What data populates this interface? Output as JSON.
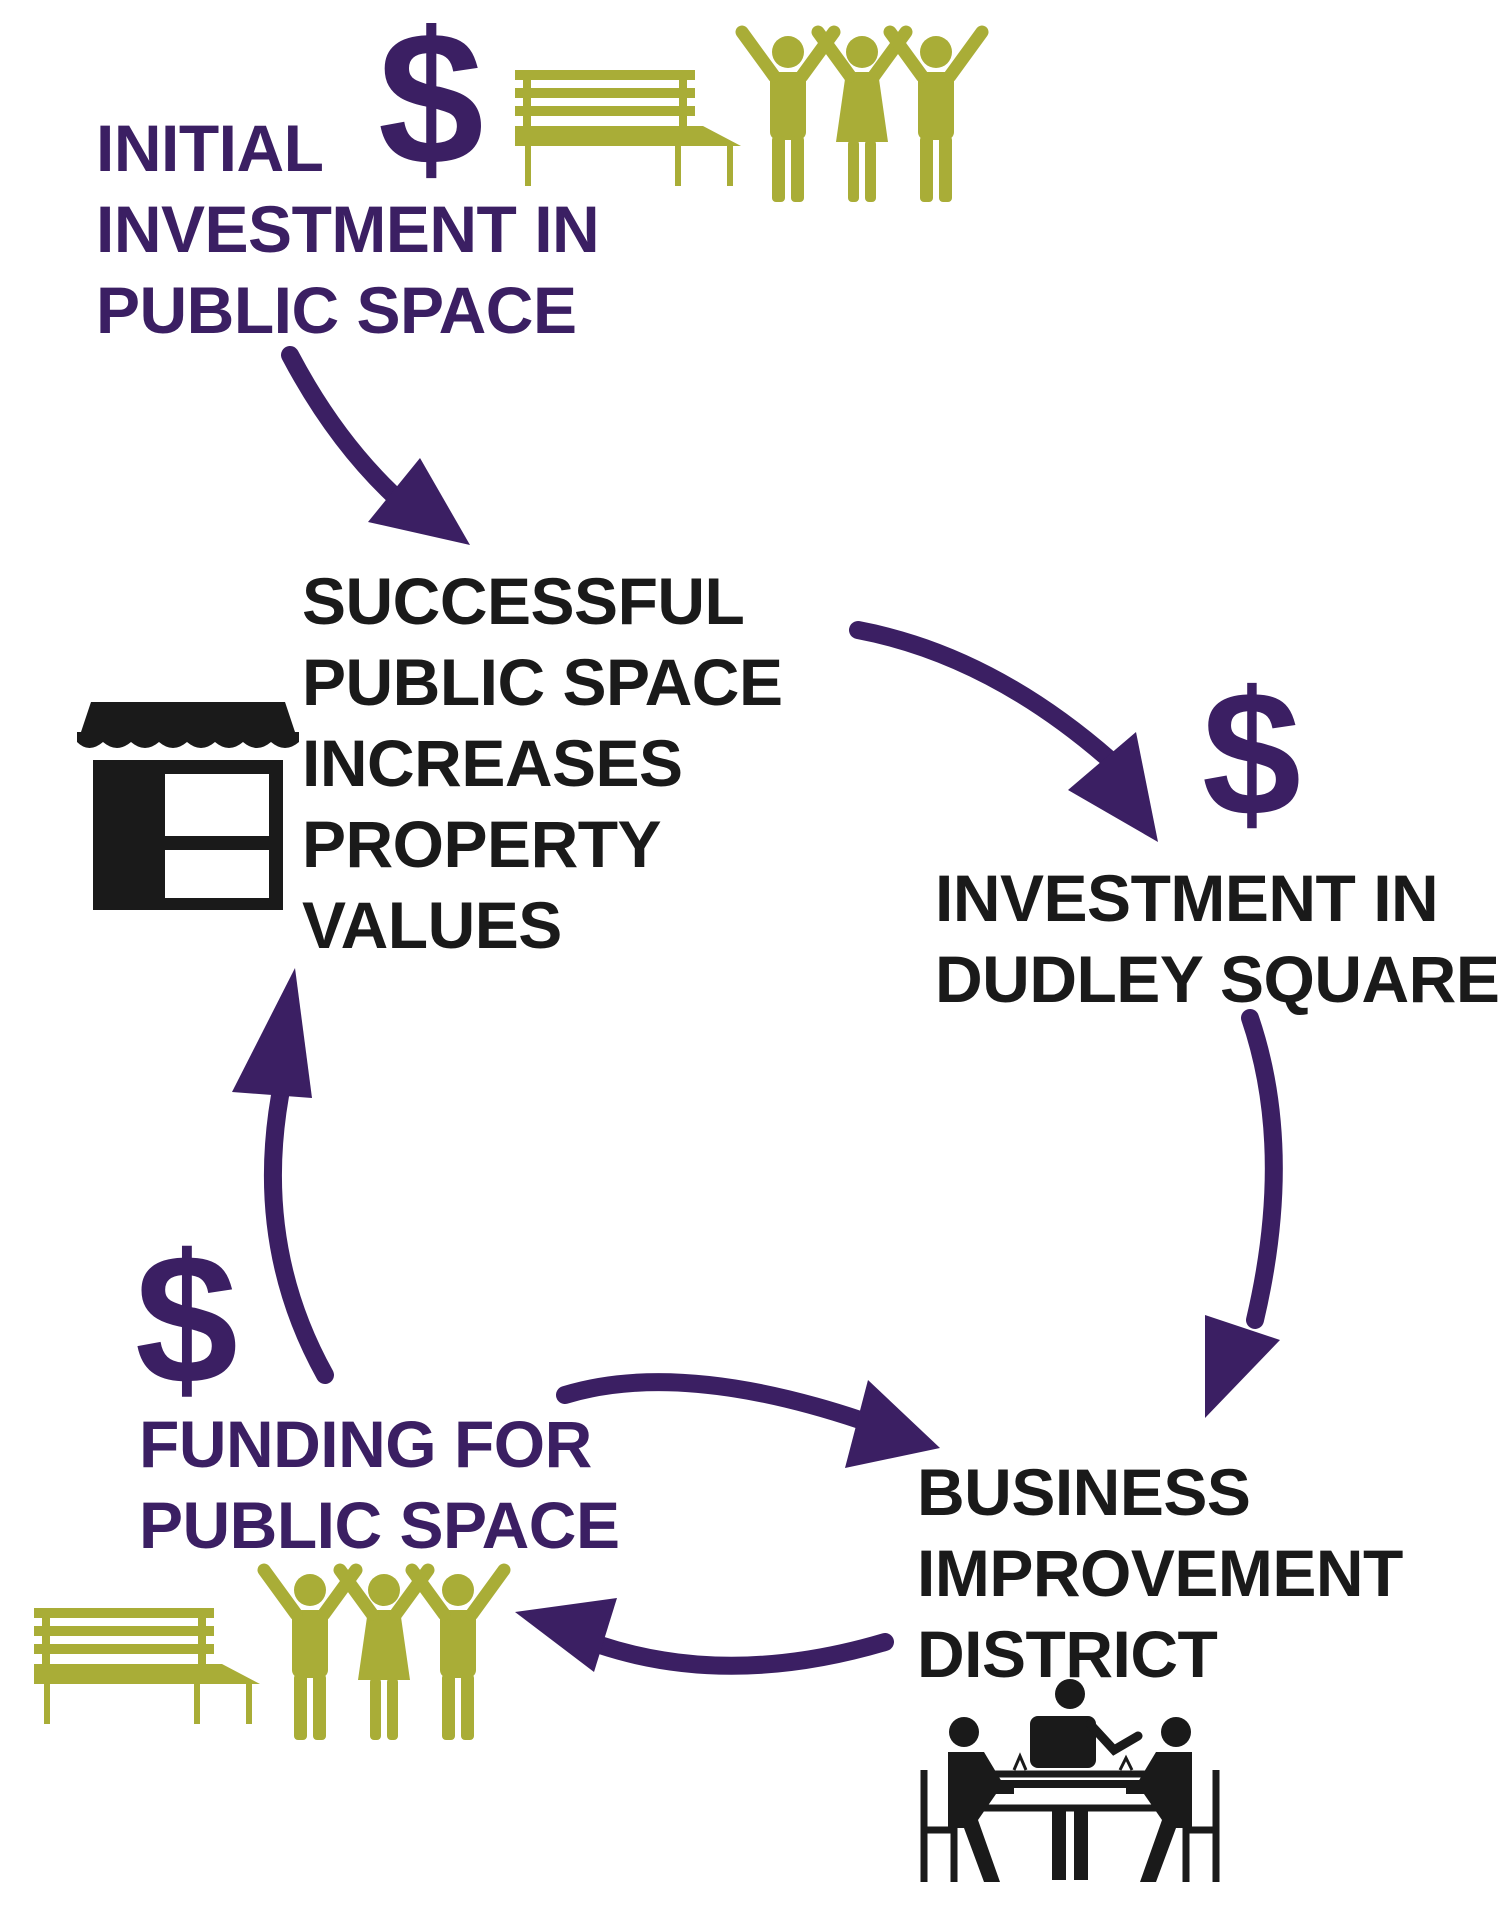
{
  "colors": {
    "purple": "#3b1f63",
    "olive": "#a9ad37",
    "black": "#1a1a1a"
  },
  "nodes": {
    "initial": {
      "lines": [
        "INITIAL",
        "INVESTMENT IN",
        "PUBLIC SPACE"
      ]
    },
    "successful": {
      "lines": [
        "SUCCESSFUL",
        "PUBLIC SPACE",
        "INCREASES",
        "PROPERTY",
        "VALUES"
      ]
    },
    "dudley": {
      "lines": [
        "INVESTMENT IN",
        "DUDLEY SQUARE"
      ]
    },
    "bid": {
      "lines": [
        "BUSINESS",
        "IMPROVEMENT",
        "DISTRICT"
      ]
    },
    "funding": {
      "lines": [
        "FUNDING FOR",
        "PUBLIC SPACE"
      ]
    }
  },
  "symbols": {
    "dollar": "$"
  },
  "icons": [
    "dollar-icon",
    "bench-icon",
    "people-group-icon",
    "storefront-icon",
    "meeting-table-icon"
  ]
}
